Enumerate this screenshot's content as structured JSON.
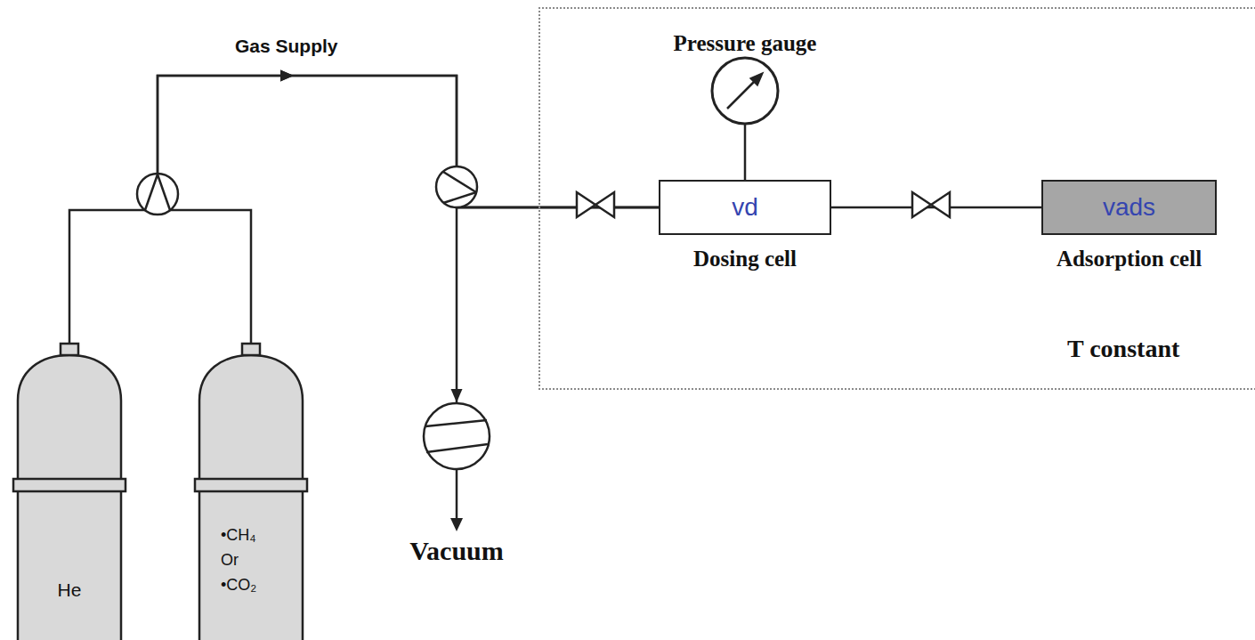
{
  "diagram": {
    "nodes": [
      {
        "text": [
          "He"
        ]
      },
      {
        "text": [
          "•CH₄",
          "Or",
          "•CO₂"
        ]
      },
      {
        "text": [
          "Vacuum"
        ]
      },
      {
        "text": [
          "T constant"
        ]
      },
      {
        "text": [
          "Pressure gauge"
        ],
        "in": 3
      },
      {
        "text": [
          "vd",
          "Dosing cell"
        ],
        "in": 3
      },
      {
        "text": [
          "vads",
          "Adsorption cell"
        ],
        "in": 3
      }
    ],
    "edges": [
      {
        "from": 0,
        "to": 5,
        "arrow": "to",
        "label": "Gas Supply"
      },
      {
        "from": 1,
        "to": 5,
        "arrow": "to"
      },
      {
        "from": 5,
        "to": 2,
        "arrow": "to"
      },
      {
        "from": 4,
        "to": 5,
        "arrow": "none"
      },
      {
        "from": 5,
        "to": 6,
        "arrow": "none"
      }
    ]
  }
}
